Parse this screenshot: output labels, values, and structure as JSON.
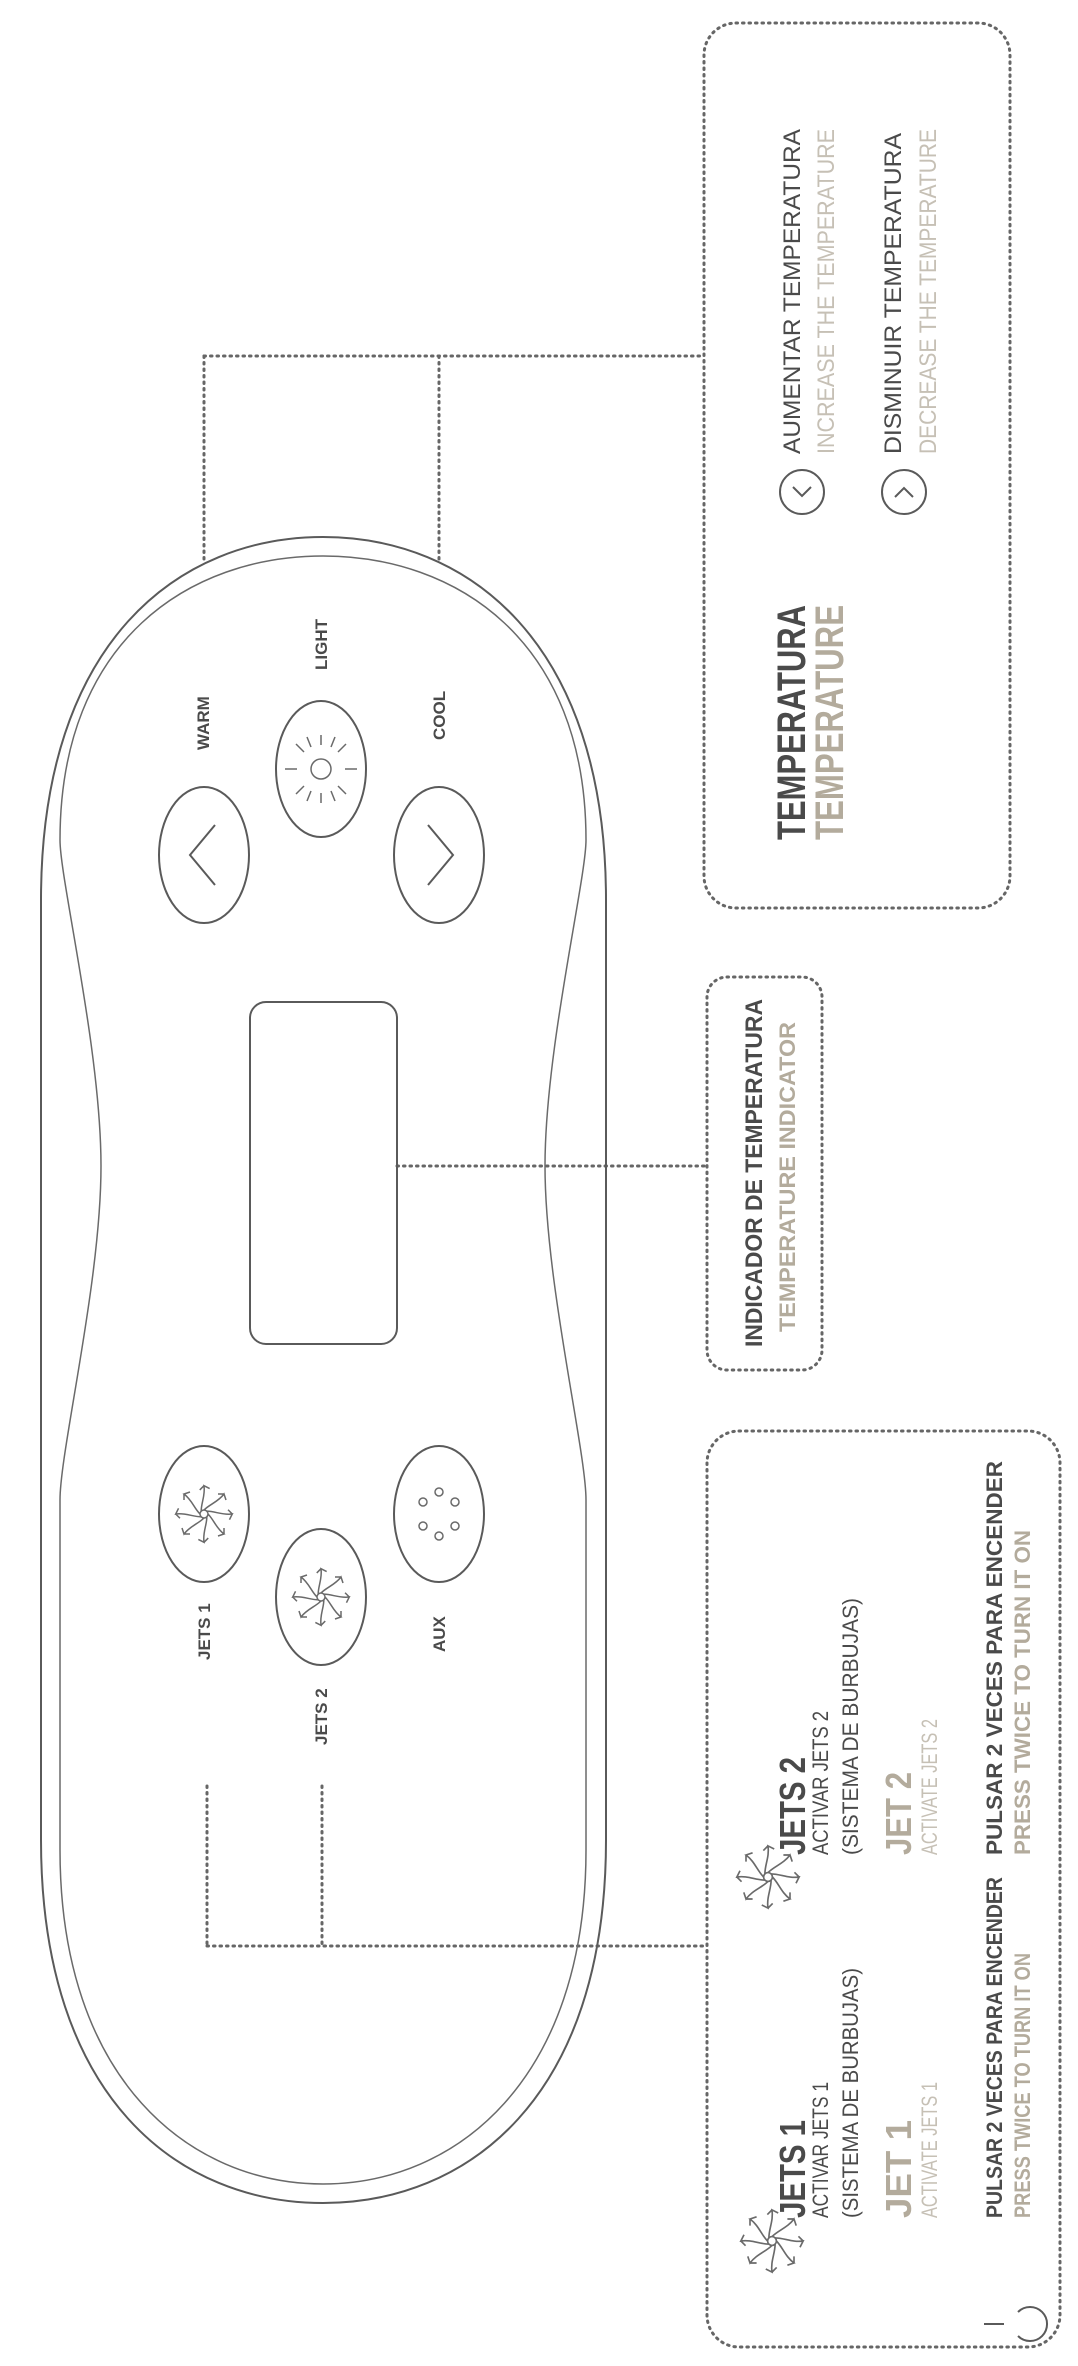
{
  "panel": {
    "buttons": {
      "warm": "WARM",
      "light": "LIGHT",
      "cool": "COOL",
      "jets1": "JETS 1",
      "jets2": "JETS 2",
      "aux": "AUX"
    }
  },
  "temperature_box": {
    "title_es": "TEMPERATURA",
    "title_en": "TEMPERATURE",
    "increase_es": "AUMENTAR TEMPERATURA",
    "increase_en": "INCREASE THE TEMPERATURE",
    "decrease_es": "DISMINUIR TEMPERATURA",
    "decrease_en": "DECREASE THE TEMPERATURE"
  },
  "indicator_box": {
    "label_es": "INDICADOR DE TEMPERATURA",
    "label_en": "TEMPERATURE INDICATOR"
  },
  "jets_box": {
    "jets1": {
      "title_es": "JETS 1",
      "desc_es": "ACTIVAR JETS 1",
      "desc_es_2": "(SISTEMA DE BURBUJAS)",
      "title_en": "JET 1",
      "desc_en": "ACTIVATE JETS 1",
      "note_es": "PULSAR 2 VECES  PARA ENCENDER",
      "note_en": "PRESS TWICE TO TURN IT ON"
    },
    "jets2": {
      "title_es": "JETS 2",
      "desc_es": "ACTIVAR JETS 2",
      "desc_es_2": "(SISTEMA DE BURBUJAS)",
      "title_en": "JET 2",
      "desc_en": "ACTIVATE JETS 2",
      "note_es": "PULSAR 2 VECES  PARA ENCENDER",
      "note_en": "PRESS TWICE TO TURN IT ON"
    }
  },
  "colors": {
    "dark": "#4a4a4a",
    "tan": "#b3ab9c",
    "line": "#5a5a5a"
  }
}
